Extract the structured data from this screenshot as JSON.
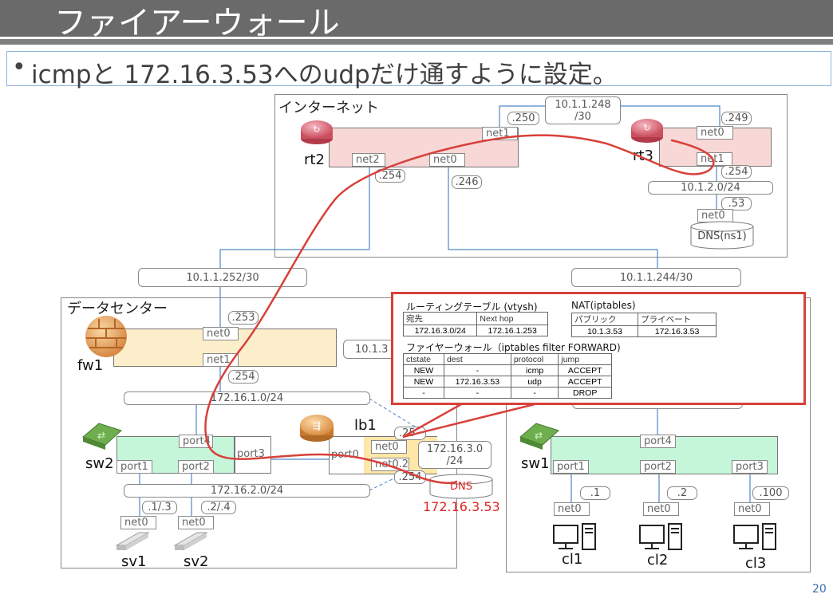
{
  "slide": {
    "title": "ファイアーウォール",
    "bullet": "icmpと 172.16.3.53へのudpだけ通すように設定。",
    "page_number": "20"
  },
  "regions": {
    "internet": "インターネット",
    "datacenter": "データセンター"
  },
  "networks": {
    "n248": "10.1.1.248\n/30",
    "n102": "10.1.2.0/24",
    "n252": "10.1.1.252/30",
    "n244": "10.1.1.244/30",
    "n1013": "10.1.3",
    "n161": "172.16.1.0/24",
    "n162": "172.16.2.0/24",
    "n163": "172.16.3.0\n/24"
  },
  "devices": {
    "rt2": "rt2",
    "rt3": "rt3",
    "fw1": "fw1",
    "lb1": "lb1",
    "sw1": "sw1",
    "sw2": "sw2",
    "sv1": "sv1",
    "sv2": "sv2",
    "cl1": "cl1",
    "cl2": "cl2",
    "cl3": "cl3",
    "ns1": "DNS(ns1)",
    "dns": "DNS",
    "dns_ip": "172.16.3.53"
  },
  "ports": {
    "rt2_net1": "net1",
    "rt2_net2": "net2",
    "rt2_net0": "net0",
    "rt3_net0": "net0",
    "rt3_net1": "net1",
    "ns1_net0": "net0",
    "fw1_net0": "net0",
    "fw1_net1": "net1",
    "sw2_port4": "port4",
    "sw2_port1": "port1",
    "sw2_port2": "port2",
    "sw2_port3": "port3",
    "lb1_port0": "port0",
    "lb1_net0": "net0",
    "lb1_net02": "net0.2",
    "sv1_net0": "net0",
    "sv2_net0": "net0",
    "sw1_port4": "port4",
    "sw1_port1": "port1",
    "sw1_port2": "port2",
    "sw1_port3": "port3",
    "cl1_net0": "net0",
    "cl2_net0": "net0",
    "cl3_net0": "net0"
  },
  "addresses": {
    "a250": ".250",
    "a249": ".249",
    "a254_rt2": ".254",
    "a246": ".246",
    "a254_rt3": ".254",
    "a53": ".53",
    "a253": ".253",
    "a254_fw": ".254",
    "a25": ".25",
    "a254_lb": ".254",
    "a13": ".1/.3",
    "a24": ".2/.4",
    "a1": ".1",
    "a2": ".2",
    "a100": ".100"
  },
  "callout": {
    "routing": {
      "title": "ルーティングテーブル (vtysh)",
      "headers": [
        "宛先",
        "Next hop"
      ],
      "rows": [
        [
          "172.16.3.0/24",
          "172.16.1.253"
        ]
      ]
    },
    "nat": {
      "title": "NAT(iptables)",
      "headers": [
        "パブリック",
        "プライベート"
      ],
      "rows": [
        [
          "10.1.3.53",
          "172.16.3.53"
        ]
      ]
    },
    "firewall": {
      "title": "ファイヤーウォール（iptables filter FORWARD)",
      "headers": [
        "ctstate",
        "dest",
        "protocol",
        "jump"
      ],
      "rows": [
        [
          "NEW",
          "-",
          "icmp",
          "ACCEPT"
        ],
        [
          "NEW",
          "172.16.3.53",
          "udp",
          "ACCEPT"
        ],
        [
          "-",
          "-",
          "-",
          "DROP"
        ]
      ]
    }
  },
  "colors": {
    "title_bar": "#6a6a6a",
    "router_fill": "#f8d7d7",
    "firewall_fill": "#fdeecb",
    "switch_fill": "#c6f6da",
    "lb_fill": "#ffe7a8",
    "link_line": "#4f86c6",
    "flow_line": "#d8403a",
    "dns_label": "#e02424"
  }
}
